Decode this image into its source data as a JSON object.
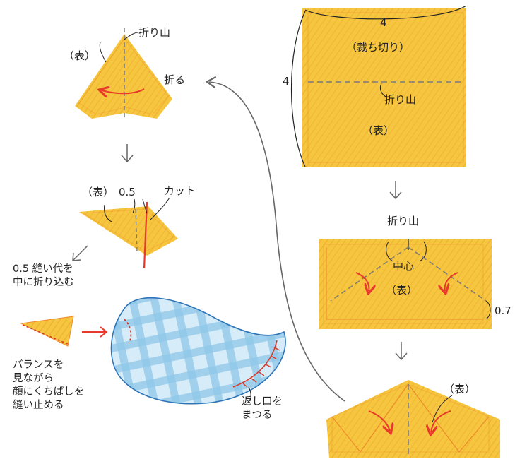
{
  "colors": {
    "paper_fill": "#f6c640",
    "paper_edge": "#ee8a2a",
    "arrow_red": "#e8392b",
    "line_gray": "#666666",
    "fold_dash": "#7a7a7a",
    "fabric_blue": "#8fc6e8",
    "stitch_red": "#d83a2a",
    "outline_blue": "#2d74b8"
  },
  "icons": [
    "down-arrow-icon",
    "diagonal-arrow-icon",
    "right-arrow-icon",
    "curved-arrow-icon"
  ],
  "labels": {
    "width": "4",
    "height": "4",
    "cut_size": "（裁ち切り）",
    "fold_mountain_1": "折り山",
    "front_1": "（表）",
    "fold_mountain_2": "折り山",
    "center": "中心",
    "front_2": "（表）",
    "size_07": "0.7",
    "front_3": "（表）",
    "front_4": "（表）",
    "fold_mountain_3": "折り山",
    "fold_action": "折る",
    "front_5": "（表）",
    "size_05": "0.5",
    "cut": "カット"
  },
  "notes": {
    "seam_allowance": [
      "0.5 縫い代を",
      "中に折り込む"
    ],
    "beak": [
      "バランスを",
      "見ながら",
      "顔にくちばしを",
      "縫い止める"
    ],
    "opening": [
      "返し口を",
      "まつる"
    ]
  }
}
